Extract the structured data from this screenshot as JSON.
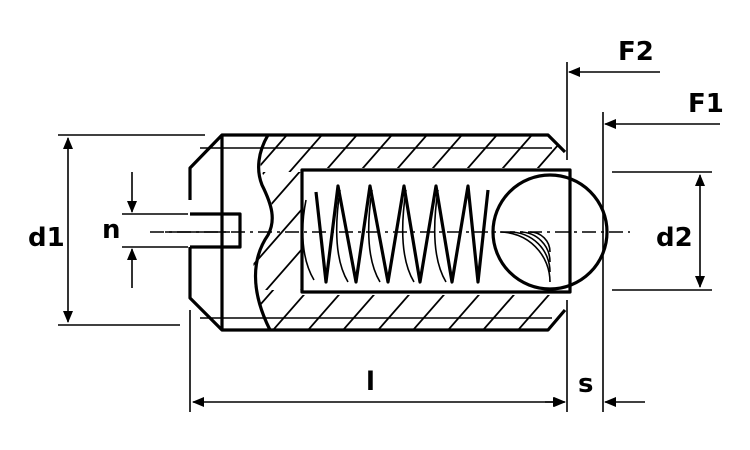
{
  "labels": {
    "f2": "F2",
    "f1": "F1",
    "d1": "d1",
    "d2": "d2",
    "n": "n",
    "l": "l",
    "s": "s"
  },
  "colors": {
    "stroke": "#000000",
    "background": "#ffffff"
  }
}
